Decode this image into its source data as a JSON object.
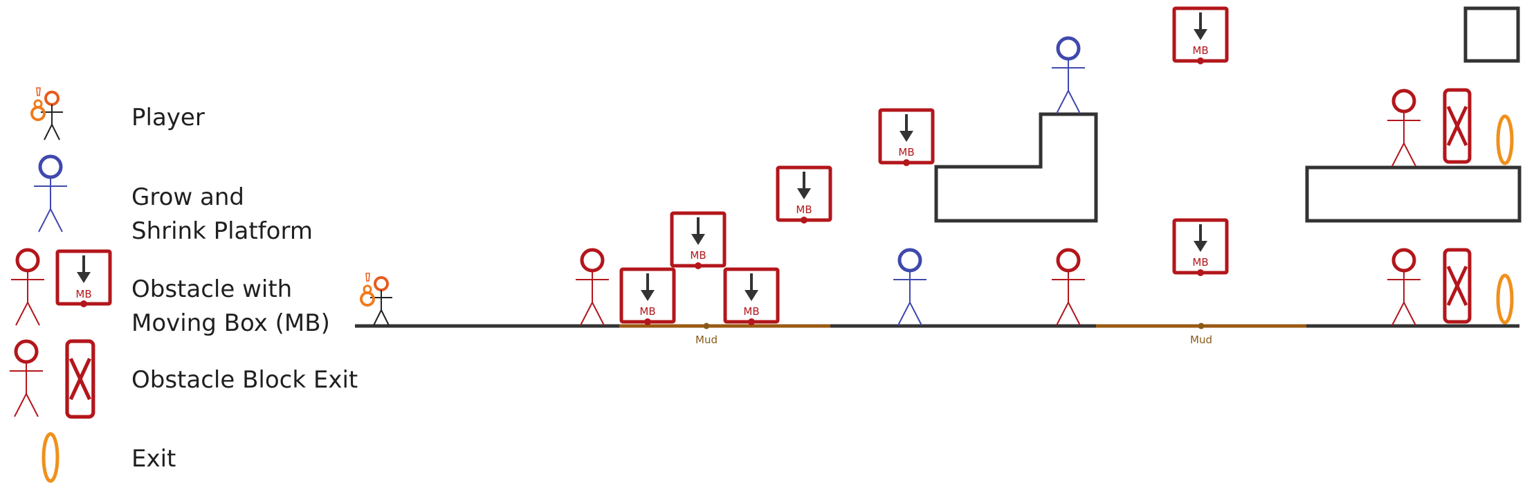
{
  "legend": {
    "player": "Player",
    "grow_line1": "Grow and",
    "grow_line2": "Shrink Platform",
    "obstacle_line1": "Obstacle with",
    "obstacle_line2": "Moving Box (MB)",
    "obstacle_block_exit": "Obstacle Block Exit",
    "exit": "Exit"
  },
  "labels": {
    "mb": "MB",
    "mud": "Mud"
  },
  "colors": {
    "player": "#f07a1c",
    "grow": "#3f49ad",
    "obstacle": "#b3161b",
    "exit": "#f0901c",
    "ground": "#333333",
    "mud": "#9a5a12",
    "text": "#1f1f1f"
  }
}
